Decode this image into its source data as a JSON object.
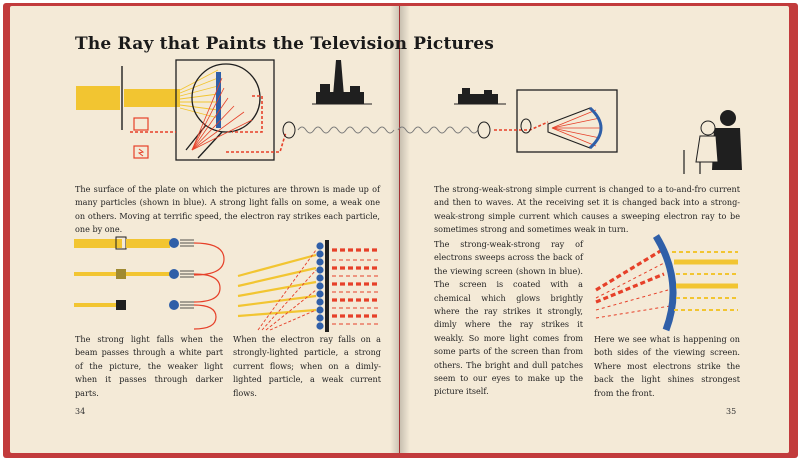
{
  "page_left": {
    "title": "The Ray that Paints the Television Pictures",
    "intro": "The surface of the plate on which the pictures are thrown is made up of many particles (shown in blue). A strong light falls on some, a weak one on others. Moving at terrific speed, the electron ray strikes each particle, one by one.",
    "caption_light": "The strong light falls when the beam passes through a white part of the picture, the weaker light when it passes through darker parts.",
    "caption_ray": "When the electron ray falls on a strongly-lighted particle, a strong current flows; when on a dimly-lighted particle, a weak current flows.",
    "number": "34"
  },
  "page_right": {
    "intro": "The strong-weak-strong simple current is changed to a to-and-fro current and then to waves. At the receiving set it is changed back into a strong-weak-strong simple current which causes a sweeping electron ray to be sometimes strong and sometimes weak in turn.",
    "body": "The strong-weak-strong ray of electrons sweeps across the back of the viewing screen (shown in blue). The screen is coated with a chemical which glows brightly where the ray strikes it strongly, dimly where the ray strikes it weakly. So more light comes from some parts of the screen than from others. The bright and dull patches seem to our eyes to make up the picture itself.",
    "caption_screen": "Here we see what is happening on both sides of the viewing screen. Where most electrons strike the back the light shines strongest from the front.",
    "number": "35"
  },
  "colors": {
    "cover": "#c23b3c",
    "paper": "#f4ead7",
    "yellow": "#f2c531",
    "red": "#e64029",
    "blue": "#2f5fa8",
    "ink": "#1f1f1f"
  }
}
